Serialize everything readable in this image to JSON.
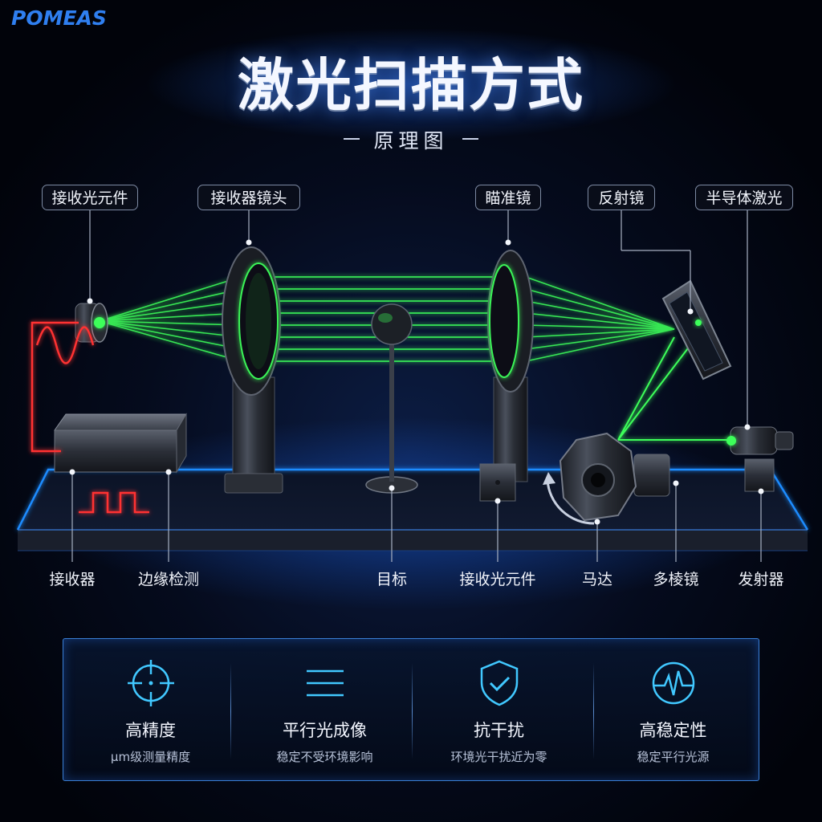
{
  "brand": "POMEAS",
  "title": "激光扫描方式",
  "subtitle": "原理图",
  "top_labels": [
    "接收光元件",
    "接收器镜头",
    "瞄准镜",
    "反射镜",
    "半导体激光"
  ],
  "bottom_labels": [
    "接收器",
    "边缘检测",
    "目标",
    "接收光元件",
    "马达",
    "多棱镜",
    "发射器"
  ],
  "features": [
    {
      "icon": "crosshair-icon",
      "title": "高精度",
      "desc": "μm级测量精度"
    },
    {
      "icon": "parallel-lines-icon",
      "title": "平行光成像",
      "desc": "稳定不受环境影响"
    },
    {
      "icon": "shield-check-icon",
      "title": "抗干扰",
      "desc": "环境光干扰近为零"
    },
    {
      "icon": "heartbeat-icon",
      "title": "高稳定性",
      "desc": "稳定平行光源"
    }
  ],
  "colors": {
    "laser": "#3dff5a",
    "accent": "#2f7ff0",
    "signal": "#ff3030",
    "neon": "#1e8cff",
    "icon": "#41c8ff"
  }
}
